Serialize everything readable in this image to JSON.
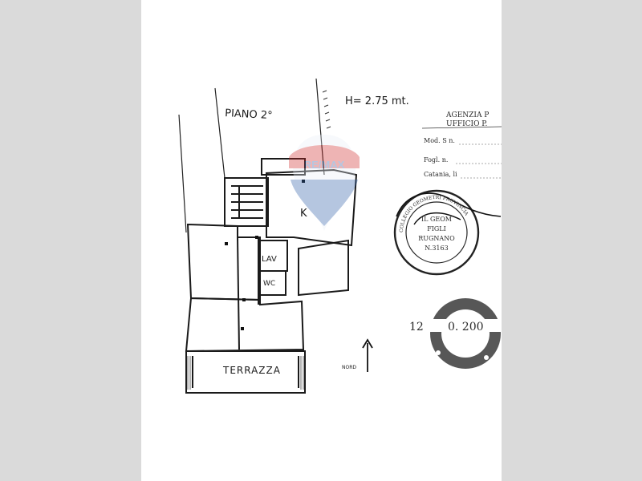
{
  "viewer": {
    "background": "#dadada",
    "page_background": "#ffffff"
  },
  "plan": {
    "floor_label": "PIANO 2°",
    "height_label": "H= 2.75 mt.",
    "kitchen_label": "K",
    "laundry_label": "LAV",
    "wc_label": "WC",
    "terrace_label": "TERRAZZA",
    "scale_label": "NORD",
    "north_arrow_icon": "north-arrow-icon"
  },
  "watermark": {
    "brand": "RE/MAX",
    "icon": "balloon-logo-icon",
    "colors": {
      "red": "#d12b2b",
      "blue": "#2f5fa8"
    }
  },
  "cadastral_block": {
    "line1": "AGENZIA P",
    "line2": "UFFICIO P.",
    "line3": "Mod. S n.",
    "line4": "Fogl. n.",
    "line5": "Catania, li"
  },
  "stamp_seal": {
    "text_line1": "IL GEOM",
    "text_line2": "FIGLI",
    "text_line3": "RUGNANO",
    "text_line4": "N.3163",
    "ring_text": "COLLEGIO GEOMETRI PROVINCIA"
  },
  "date_stamp": {
    "left": "12",
    "right": "0. 200"
  }
}
